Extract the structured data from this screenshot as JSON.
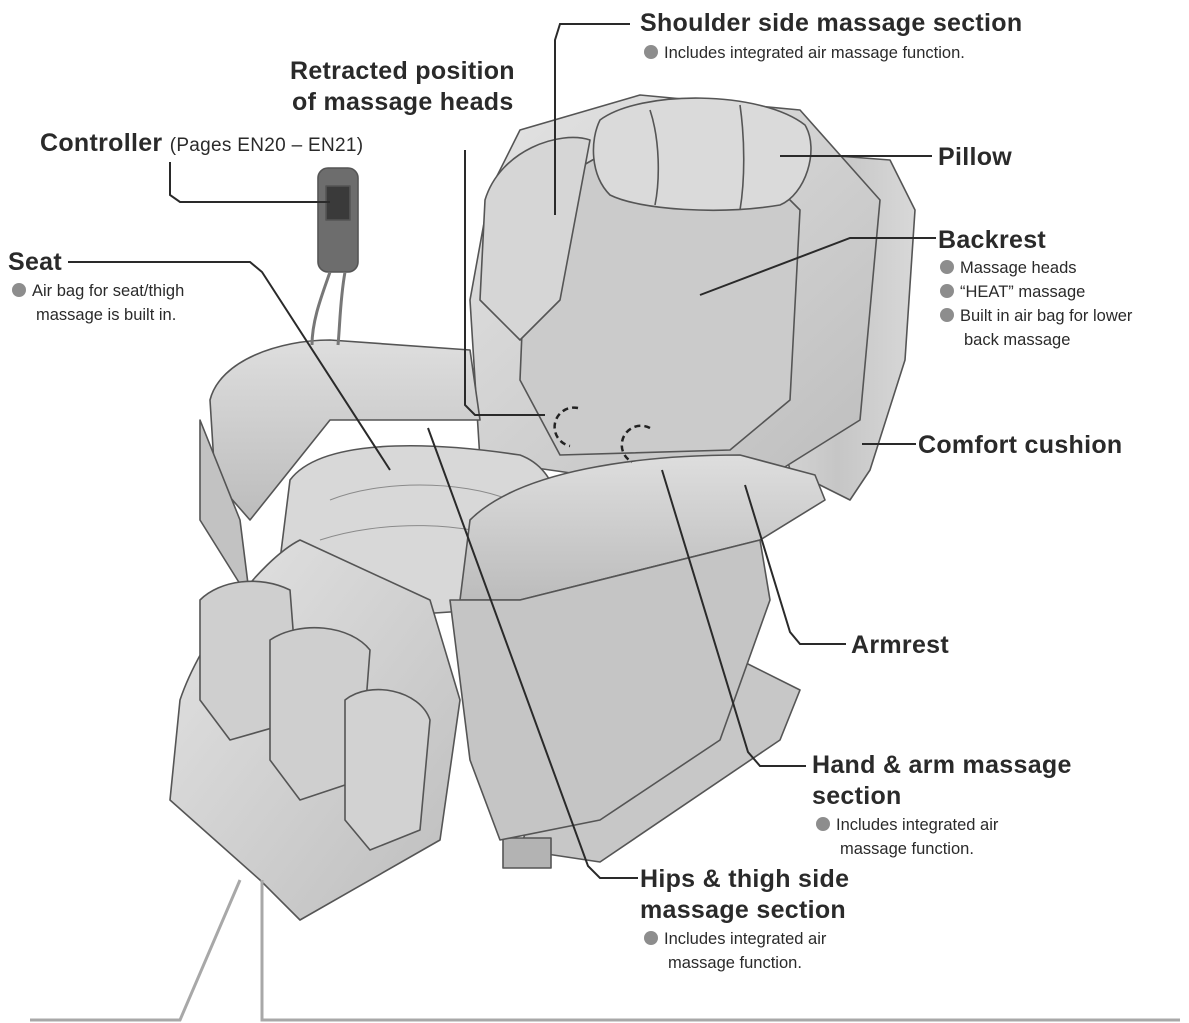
{
  "labels": {
    "shoulder": {
      "title": "Shoulder side massage section",
      "notes": [
        "Includes integrated air massage function."
      ]
    },
    "retracted": {
      "title_lines": [
        "Retracted position",
        "of massage heads"
      ]
    },
    "controller": {
      "title": "Controller",
      "ref": "(Pages EN20 – EN21)"
    },
    "pillow": {
      "title": "Pillow"
    },
    "backrest": {
      "title": "Backrest",
      "notes": [
        "Massage heads",
        "“HEAT” massage",
        "Built in air bag for lower",
        "back massage"
      ]
    },
    "seat": {
      "title": "Seat",
      "notes": [
        "Air bag for seat/thigh",
        "massage is built in."
      ]
    },
    "comfort": {
      "title": "Comfort cushion"
    },
    "armrest": {
      "title": "Armrest"
    },
    "hand_arm": {
      "title_lines": [
        "Hand & arm massage",
        "section"
      ],
      "notes": [
        "Includes integrated air",
        "massage function."
      ]
    },
    "hips": {
      "title_lines": [
        "Hips & thigh side",
        "massage section"
      ],
      "notes": [
        "Includes integrated air",
        "massage function."
      ]
    }
  },
  "colors": {
    "ink": "#2a2a2a",
    "chair_fill": "#d4d4d4",
    "chair_shade": "#b9b9b9",
    "bullet": "#8d8d8d"
  }
}
